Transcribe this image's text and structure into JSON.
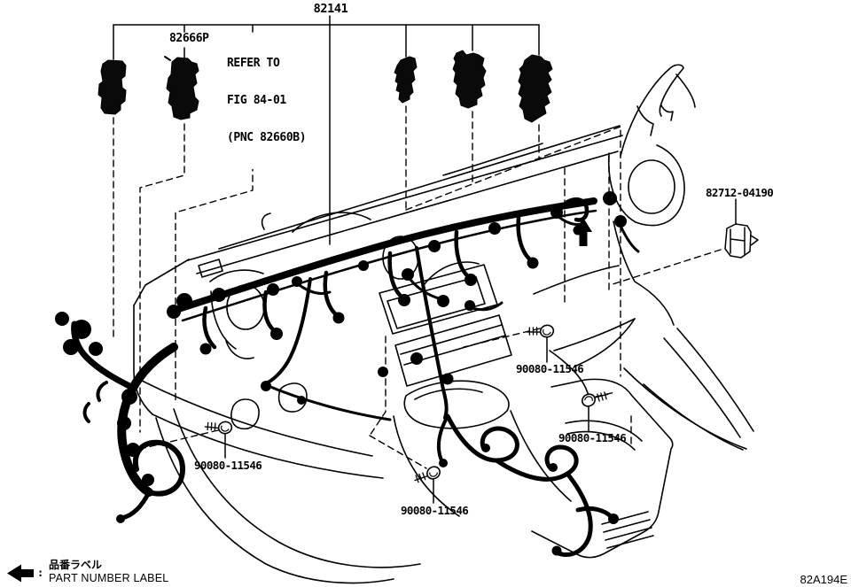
{
  "figure": {
    "code": "82A194E"
  },
  "labels": {
    "main_harness": "82141",
    "junction": "82666P",
    "refer": {
      "line1": "REFER TO",
      "line2": "FIG 84-01",
      "line3": "(PNC 82660B)"
    },
    "clip": "82712-04190",
    "bolt": "90080-11546"
  },
  "legend": {
    "colon": ":",
    "ja": "品番ラベル",
    "en": "PART NUMBER LABEL"
  },
  "colors": {
    "ink": "#000000",
    "paper": "#ffffff"
  }
}
